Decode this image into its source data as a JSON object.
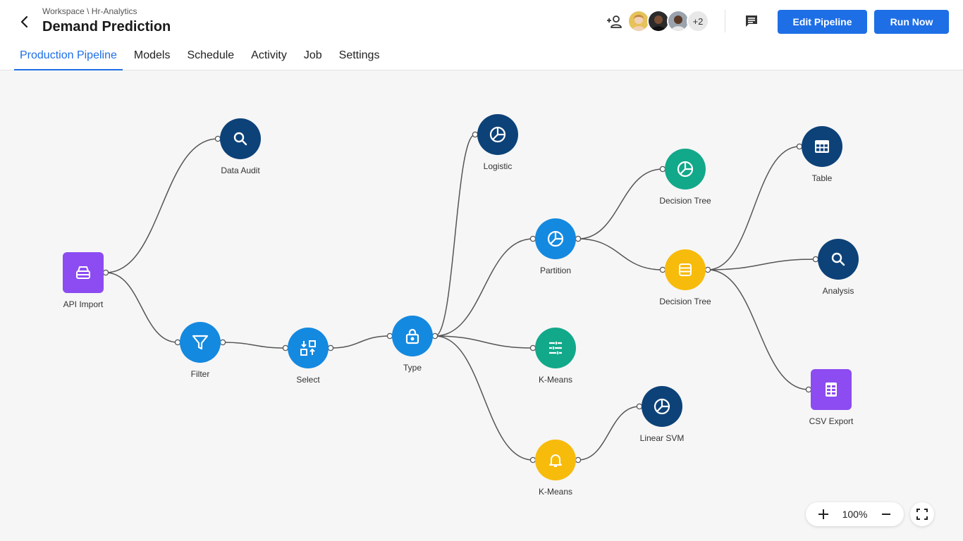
{
  "header": {
    "breadcrumb": "Workspace \\ Hr-Analytics",
    "title": "Demand Prediction",
    "avatars_more": "+2",
    "edit_label": "Edit Pipeline",
    "run_label": "Run Now"
  },
  "tabs": [
    {
      "label": "Production Pipeline",
      "active": true
    },
    {
      "label": "Models"
    },
    {
      "label": "Schedule"
    },
    {
      "label": "Activity"
    },
    {
      "label": "Job"
    },
    {
      "label": "Settings"
    }
  ],
  "colors": {
    "accent": "#1e6ee6",
    "navy": "#0d4278",
    "blue": "#1489e0",
    "green": "#12a88a",
    "yellow": "#f7bb0b",
    "purple": "#8c4cf1"
  },
  "nodes": {
    "api_import": {
      "label": "API Import",
      "icon": "inbox-icon",
      "color": "purple"
    },
    "data_audit": {
      "label": "Data Audit",
      "icon": "search-icon",
      "color": "navy"
    },
    "filter": {
      "label": "Filter",
      "icon": "funnel-icon",
      "color": "blue"
    },
    "select": {
      "label": "Select",
      "icon": "select-icon",
      "color": "blue"
    },
    "type": {
      "label": "Type",
      "icon": "lock-icon",
      "color": "blue"
    },
    "logistic": {
      "label": "Logistic",
      "icon": "pie-chart-icon",
      "color": "navy"
    },
    "partition": {
      "label": "Partition",
      "icon": "pie-chart-icon",
      "color": "blue"
    },
    "kmeans_1": {
      "label": "K-Means",
      "icon": "sliders-icon",
      "color": "green"
    },
    "kmeans_2": {
      "label": "K-Means",
      "icon": "bell-icon",
      "color": "yellow"
    },
    "decision_tree_1": {
      "label": "Decision Tree",
      "icon": "pie-chart-icon",
      "color": "green"
    },
    "decision_tree_2": {
      "label": "Decision Tree",
      "icon": "database-icon",
      "color": "yellow"
    },
    "linear_svm": {
      "label": "Linear SVM",
      "icon": "pie-chart-icon",
      "color": "navy"
    },
    "table": {
      "label": "Table",
      "icon": "table-icon",
      "color": "navy"
    },
    "analysis": {
      "label": "Analysis",
      "icon": "search-icon",
      "color": "navy"
    },
    "csv_export": {
      "label": "CSV Export",
      "icon": "spreadsheet-icon",
      "color": "purple"
    }
  },
  "edges": [
    [
      "api_import",
      "data_audit"
    ],
    [
      "api_import",
      "filter"
    ],
    [
      "filter",
      "select"
    ],
    [
      "select",
      "type"
    ],
    [
      "type",
      "logistic"
    ],
    [
      "type",
      "partition"
    ],
    [
      "type",
      "kmeans_1"
    ],
    [
      "type",
      "kmeans_2"
    ],
    [
      "partition",
      "decision_tree_1"
    ],
    [
      "partition",
      "decision_tree_2"
    ],
    [
      "kmeans_2",
      "linear_svm"
    ],
    [
      "decision_tree_2",
      "table"
    ],
    [
      "decision_tree_2",
      "analysis"
    ],
    [
      "decision_tree_2",
      "csv_export"
    ]
  ],
  "zoom": {
    "level": "100%"
  }
}
